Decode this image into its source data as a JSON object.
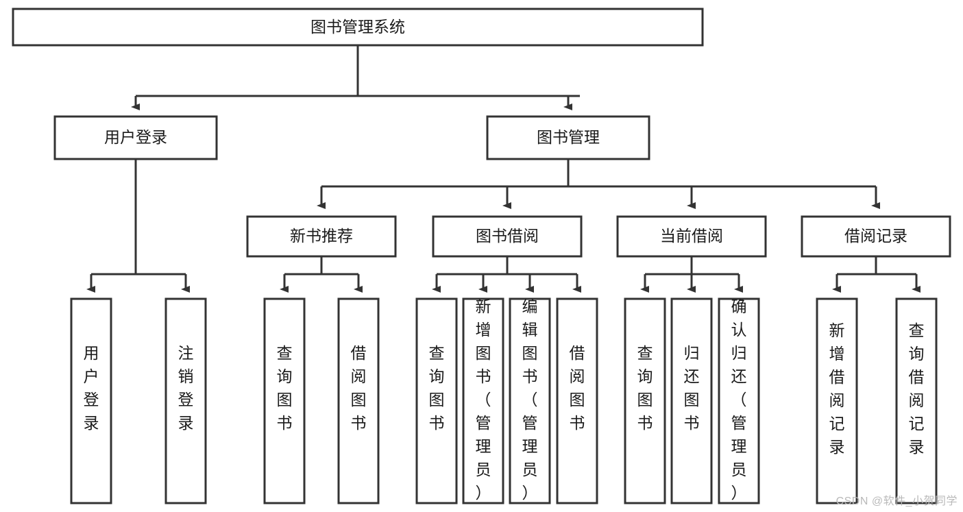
{
  "diagram": {
    "type": "hierarchy-tree",
    "title": "图书管理系统",
    "watermark": "CSDN @软件_小贺同学",
    "colors": {
      "box_stroke": "#333333",
      "box_fill": "#ffffff",
      "text": "#1a1a1a",
      "background": "#ffffff",
      "watermark": "#b9b9b9"
    },
    "levels": {
      "root": {
        "label": "图书管理系统"
      },
      "level2": [
        {
          "label": "用户登录"
        },
        {
          "label": "图书管理"
        }
      ],
      "level3": [
        {
          "label": "新书推荐"
        },
        {
          "label": "图书借阅"
        },
        {
          "label": "当前借阅"
        },
        {
          "label": "借阅记录"
        }
      ],
      "leaves": {
        "user_login": [
          {
            "label": "用户登录"
          },
          {
            "label": "注销登录"
          }
        ],
        "new_book_recommend": [
          {
            "label": "查询图书"
          },
          {
            "label": "借阅图书"
          }
        ],
        "book_borrow": [
          {
            "label": "查询图书"
          },
          {
            "label": "新增图书（管理员）"
          },
          {
            "label": "编辑图书（管理员）"
          },
          {
            "label": "借阅图书"
          }
        ],
        "current_borrow": [
          {
            "label": "查询图书"
          },
          {
            "label": "归还图书"
          },
          {
            "label": "确认归还（管理员）"
          }
        ],
        "borrow_record": [
          {
            "label": "新增借阅记录"
          },
          {
            "label": "查询借阅记录"
          }
        ]
      }
    }
  }
}
